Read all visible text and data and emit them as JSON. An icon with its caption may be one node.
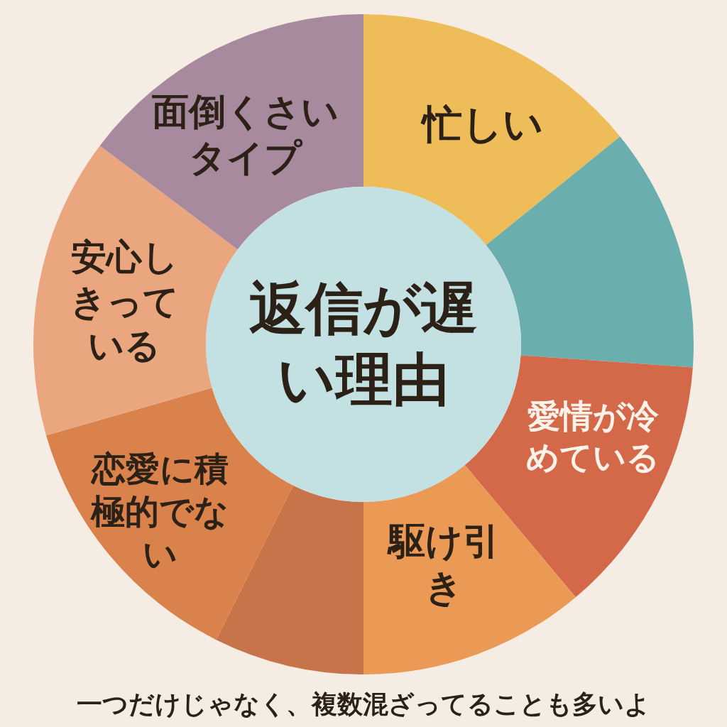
{
  "diagram": {
    "caption": "一つだけじゃなく、複数混ざってることも多いよ",
    "nodes": [
      {
        "text": [
          "返信が遅い理由"
        ]
      },
      {
        "text": [
          "忙しい"
        ]
      },
      {
        "text": [],
        "shape": "wedge"
      },
      {
        "text": [
          "愛情が冷めている"
        ]
      },
      {
        "text": [
          "駆け引き"
        ]
      },
      {
        "text": [],
        "shape": "wedge"
      },
      {
        "text": [
          "恋愛に積極的でない"
        ]
      },
      {
        "text": [
          "安心しきっている"
        ]
      },
      {
        "text": [
          "面倒くさいタイプ"
        ]
      }
    ],
    "edges": []
  }
}
